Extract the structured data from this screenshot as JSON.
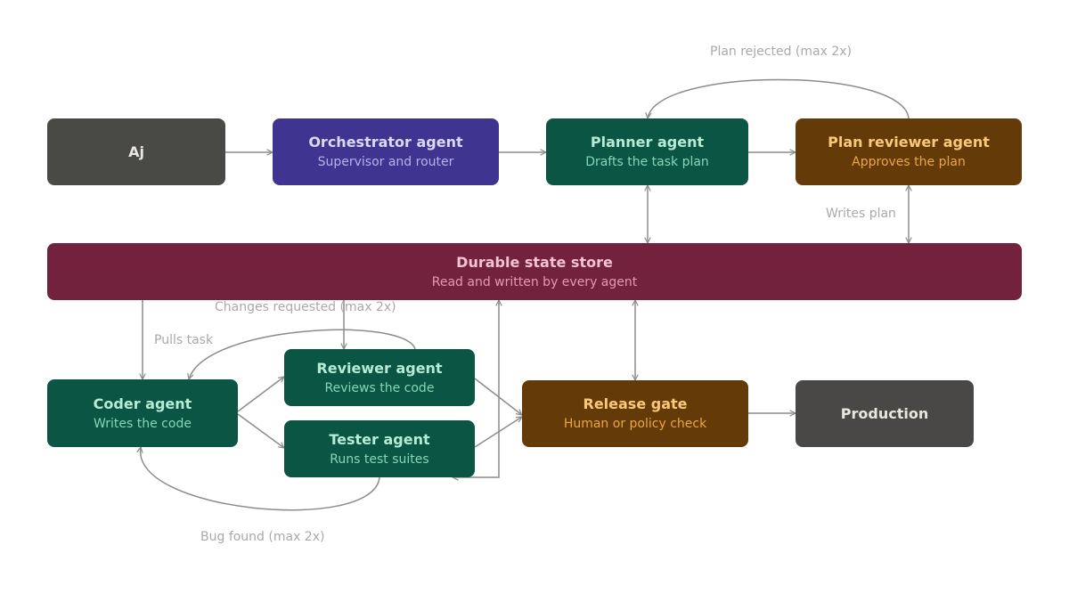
{
  "colors": {
    "user": "#494946",
    "orchestrator": "#3f3490",
    "green": "#0a5544",
    "amber": "#643b08",
    "state": "#72223d",
    "production": "#494846",
    "edge": "#8c8c8c",
    "label": "#a9a9a9"
  },
  "nodes": {
    "user": {
      "title": "Aj"
    },
    "orchestrator": {
      "title": "Orchestrator agent",
      "sub": "Supervisor and router"
    },
    "planner": {
      "title": "Planner agent",
      "sub": "Drafts the task plan"
    },
    "plan_reviewer": {
      "title": "Plan reviewer agent",
      "sub": "Approves the plan"
    },
    "state_store": {
      "title": "Durable state store",
      "sub": "Read and written by every agent"
    },
    "coder": {
      "title": "Coder agent",
      "sub": "Writes the code"
    },
    "reviewer": {
      "title": "Reviewer agent",
      "sub": "Reviews the code"
    },
    "tester": {
      "title": "Tester agent",
      "sub": "Runs test suites"
    },
    "release_gate": {
      "title": "Release gate",
      "sub": "Human or policy check"
    },
    "production": {
      "title": "Production"
    }
  },
  "edge_labels": {
    "plan_rejected": "Plan rejected (max 2x)",
    "writes_plan": "Writes plan",
    "changes_requested": "Changes requested (max 2x)",
    "pulls_task": "Pulls task",
    "bug_found": "Bug found (max 2x)"
  }
}
